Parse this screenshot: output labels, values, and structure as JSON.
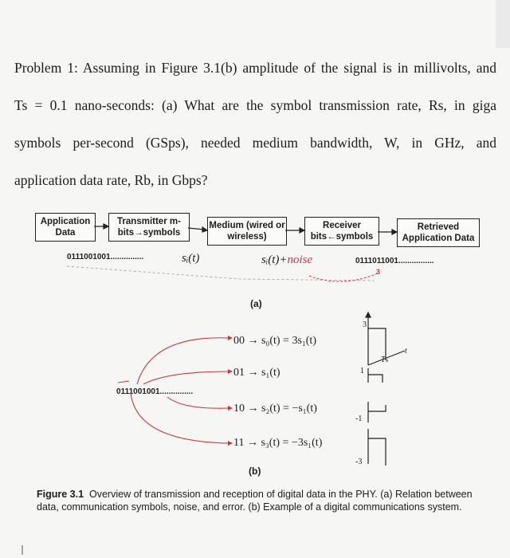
{
  "problem": {
    "line1": "Problem 1: Assuming in Figure 3.1(b) amplitude of the signal is in millivolts, and",
    "line2": "Ts = 0.1 nano-seconds: (a) What are the symbol transmission rate, Rs, in giga",
    "line3": "symbols per-second (GSps), needed medium bandwidth, W, in GHz, and",
    "line4": "application data rate, Rb, in Gbps?"
  },
  "diagram": {
    "blocks": {
      "app_data": "Application Data",
      "transmitter": "Transmitter m-bits→symbols",
      "medium": "Medium (wired or wireless)",
      "receiver": "Receiver bits←symbols",
      "retrieved": "Retrieved Application Data"
    },
    "bits_tx": "0111001001...............",
    "signal_s": "sᵢ(t)",
    "signal_plus": "sᵢ(t)+",
    "noise_word": "noise",
    "bits_rx": "0111011001................",
    "noise_mark": "3",
    "label_a": "(a)",
    "label_b": "(b)",
    "bits_b": "0111001001...............",
    "mappings": [
      "00 → s₀(t) = 3s₁(t)",
      "01 → s₁(t)",
      "10 → s₂(t) = −s₁(t)",
      "11 → s₃(t) = −3s₁(t)"
    ],
    "ticks": {
      "three": "3",
      "one": "1",
      "neg_one": "-1",
      "neg_three": "-3",
      "t": "t",
      "Ts": "Tₛ"
    }
  },
  "caption": {
    "title": "Figure 3.1",
    "text": "Overview of transmission and reception of digital data in the PHY. (a) Relation between data, communication symbols, noise, and error. (b) Example of a digital communications system."
  }
}
